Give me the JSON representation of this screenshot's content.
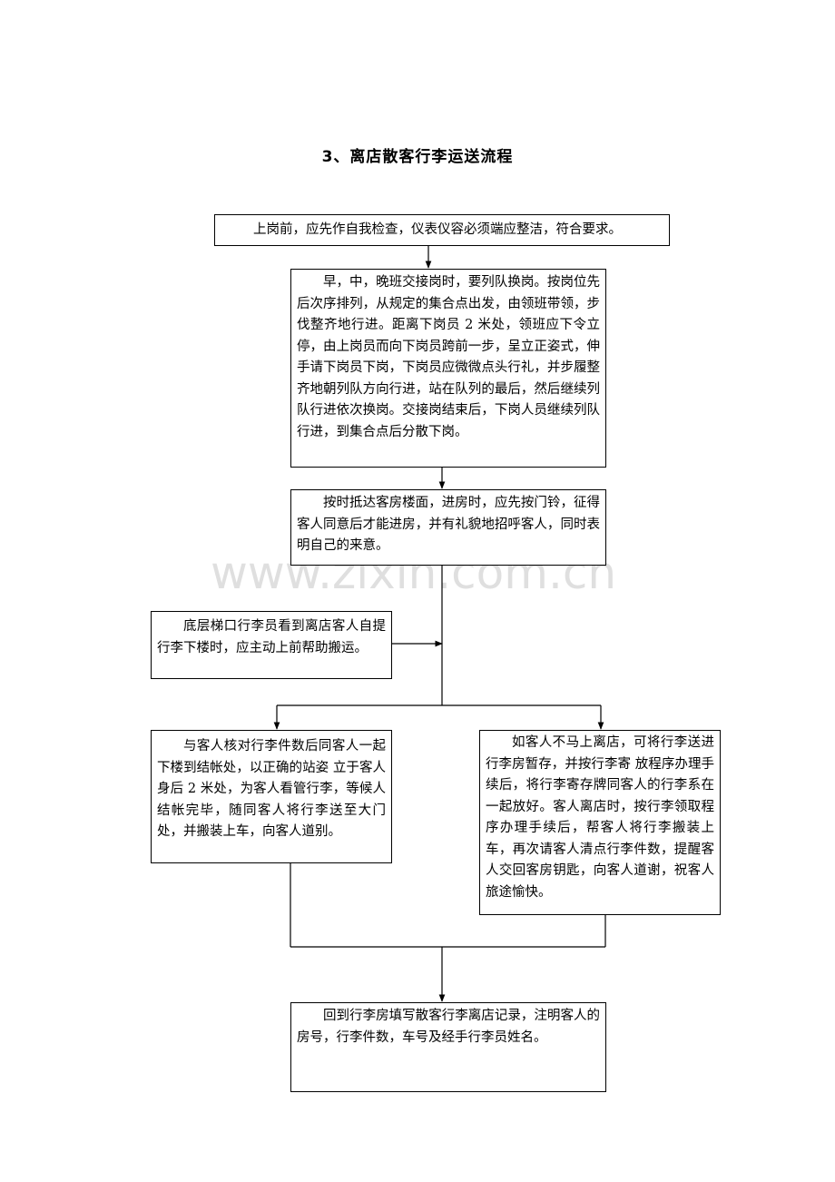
{
  "title": "3、离店散客行李运送流程",
  "watermark": "www.zixin.com.cn",
  "nodes": {
    "step1": "上岗前，应先作自我检查，仪表仪容必须端应整洁，符合要求。",
    "step2": "早，中，晚班交接岗时，要列队换岗。按岗位先后次序排列，从规定的集合点出发，由领班带领，步伐整齐地行进。距离下岗员 2 米处，领班应下令立停，由上岗员而向下岗员跨前一步，呈立正姿式，伸手请下岗员下岗，下岗员应微微点头行礼，并步履整齐地朝列队方向行进，站在队列的最后，然后继续列队行进依次换岗。交接岗结束后，下岗人员继续列队行进，到集合点后分散下岗。",
    "step3": "按时抵达客房楼面，进房时，应先按门铃，征得客人同意后才能进房，并有礼貌地招呼客人，同时表明自己的来意。",
    "side": "底层梯口行李员看到离店客人自提行李下楼时，应主动上前帮助搬运。",
    "left_branch": "与客人核对行李件数后同客人一起下楼到结帐处，以正确的站姿  立于客人身后 2 米处，为客人看管行李，等候人结帐完毕，随同客人将行李送至大门处，并搬装上车，向客人道别。",
    "right_branch": "如客人不马上离店，可将行李送进行李房暂存，并按行李寄  放程序办理手续后，将行李寄存牌同客人的行李系在一起放好。客人离店时，按行李领取程序办理手续后，帮客人将行李搬装上车，再次请客人清点行李件数，提醒客人交回客房钥匙，向客人道谢，祝客人旅途愉快。",
    "final": "回到行李房填写散客行李离店记录，注明客人的房号，行李件数，车号及经手行李员姓名。"
  }
}
